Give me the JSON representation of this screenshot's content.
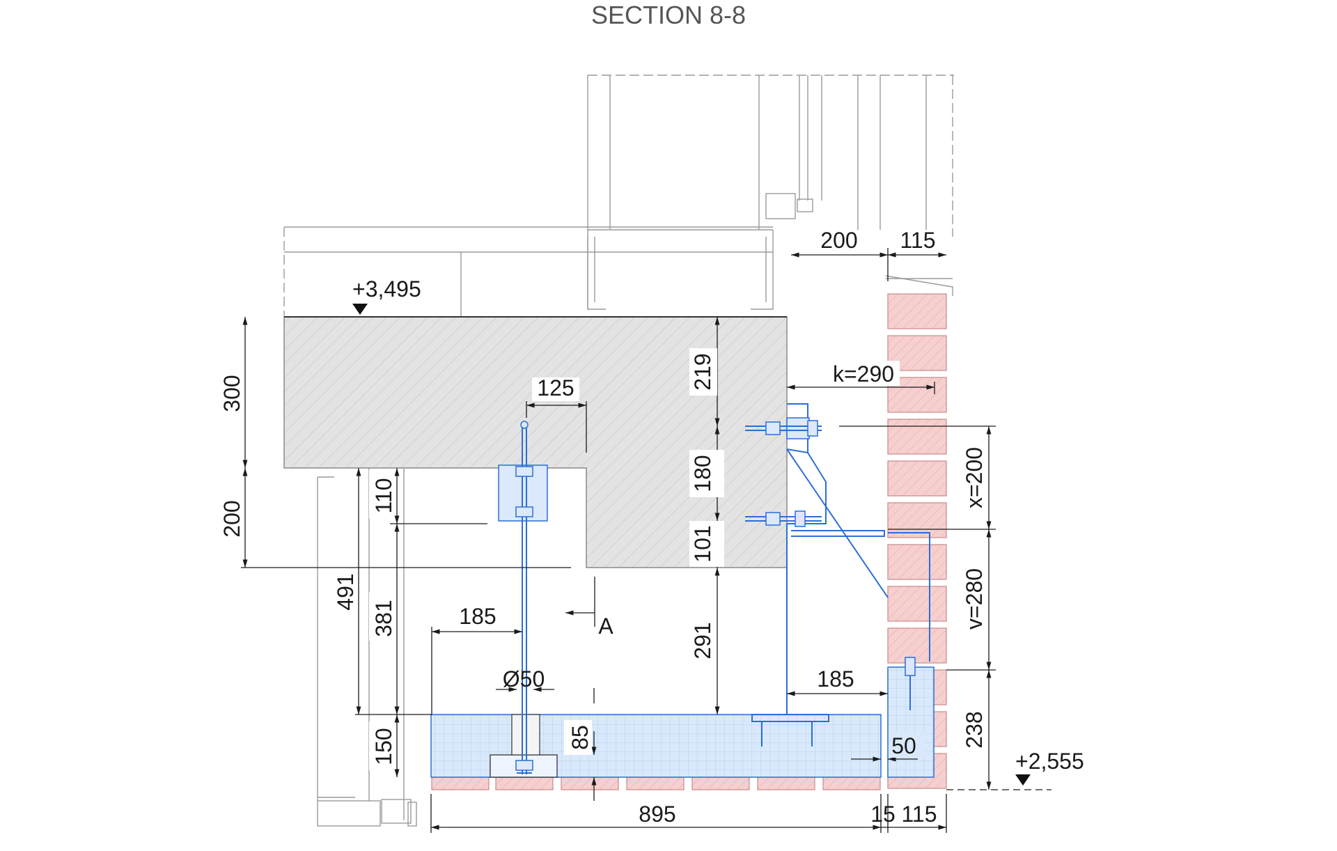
{
  "drawing": {
    "title": "SECTION 8-8",
    "levels": {
      "top": "+3,495",
      "bottom": "+2,555"
    },
    "section_marker": "A",
    "dimensions": {
      "d300": "300",
      "d200_left": "200",
      "d491": "491",
      "d110": "110",
      "d381": "381",
      "d150": "150",
      "d125": "125",
      "d185_left": "185",
      "d50_dia": "Ø50",
      "d85": "85",
      "d219": "219",
      "d180": "180",
      "d101": "101",
      "d291": "291",
      "d200_top": "200",
      "d115_top": "115",
      "k": "k=290",
      "x": "x=200",
      "v": "v=280",
      "d238": "238",
      "d185_right": "185",
      "d50": "50",
      "d895": "895",
      "d15": "15",
      "d115_bottom": "115"
    }
  },
  "colors": {
    "concrete": "#e3e3e3",
    "brick": "#f6cfcf",
    "steel": "#2a6fd6",
    "slab_fill": "#d9e9fb"
  }
}
